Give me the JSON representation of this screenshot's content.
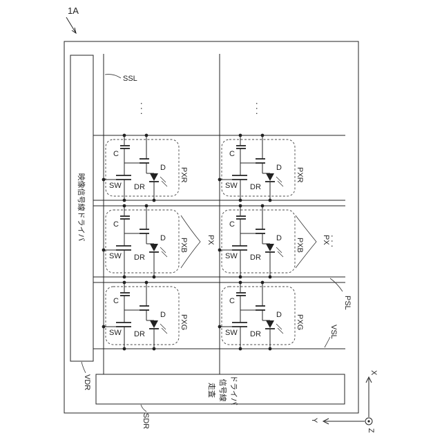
{
  "figure_label": "1A",
  "video_driver_text": "映像信号線ドライバ",
  "scan_driver_lines": [
    "走査",
    "信号線",
    "ドライバ"
  ],
  "labels": {
    "ssl": "SSL",
    "vsl": "VSL",
    "psl": "PSL",
    "px": "PX",
    "vdr": "VDR",
    "sdr": "SDR"
  },
  "pixel_labels": [
    "PXR",
    "PXB",
    "PXG"
  ],
  "component_labels": {
    "sw": "SW",
    "c": "C",
    "dr": "DR",
    "d": "D"
  },
  "ellipsis": ". . .",
  "axes": {
    "x": "X",
    "y": "Y",
    "z": "Z"
  }
}
